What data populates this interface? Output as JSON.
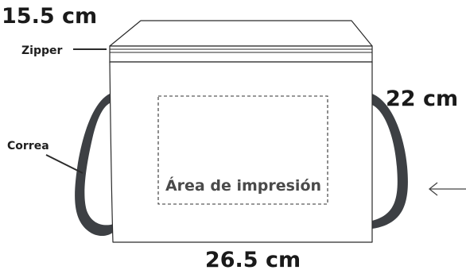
{
  "dimensions": {
    "depth": "15.5 cm",
    "height": "22 cm",
    "width": "26.5 cm"
  },
  "labels": {
    "zipper": "Zipper",
    "strap": "Correa",
    "print_area": "Área de impresión"
  },
  "colors": {
    "strap": "#3d4044",
    "outline": "#2a2a2a",
    "text": "#1a1a1a",
    "print_text": "#4a4a4a",
    "arrow": "#444444"
  },
  "icons": {
    "side_arrow": "left-arrow-icon"
  }
}
